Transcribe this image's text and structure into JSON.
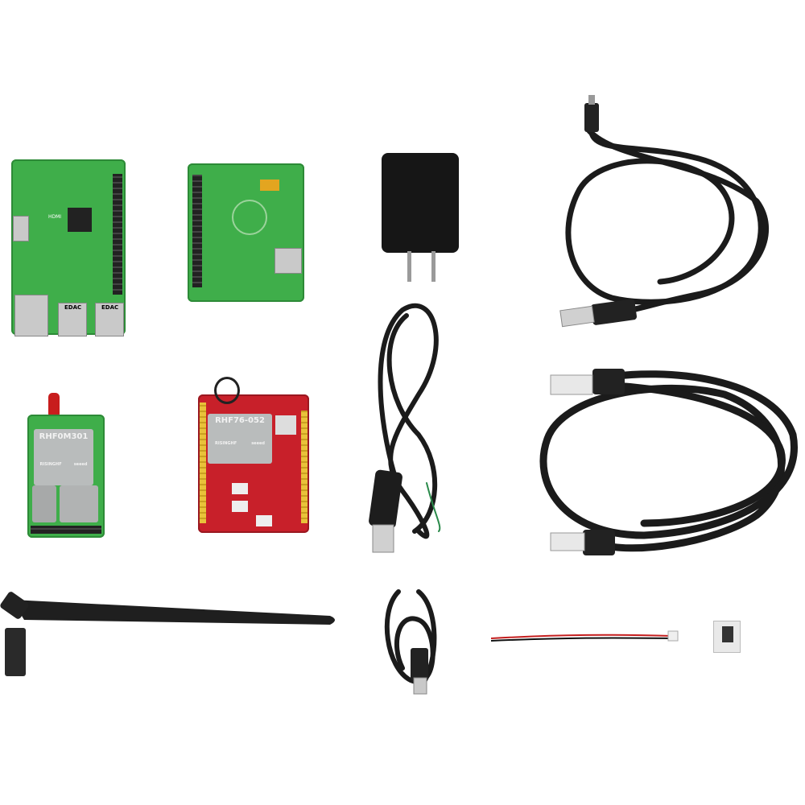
{
  "items": {
    "raspberry_pi": {
      "hdmi_label": "HDMI",
      "usb_label_1": "EDAC",
      "usb_label_2": "EDAC"
    },
    "lora_module": {
      "chip_label": "RHF0M301",
      "brand_1": "RISINGHF",
      "brand_2": "seeed"
    },
    "red_board": {
      "chip_label": "RHF76-052",
      "brand_1": "RISINGHF",
      "brand_2": "seeed"
    }
  },
  "colors": {
    "background": "#ffffff",
    "pcb_green": "#3fae4a",
    "pcb_red": "#c8202a",
    "cable": "#1a1a1a"
  }
}
